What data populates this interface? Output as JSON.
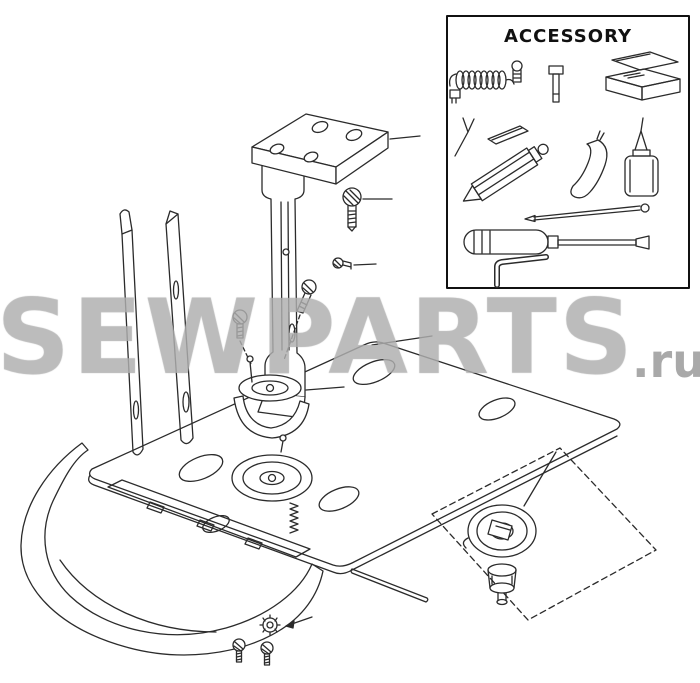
{
  "accessory_box": {
    "title": "ACCESSORY",
    "tools": [
      "spring-tool",
      "thumb-screw",
      "socket-wrench",
      "needle-box",
      "fork-tool",
      "flat-blade",
      "wedge-tool",
      "curved-awl",
      "oil-bottle",
      "probe-tool",
      "screwdriver",
      "hex-key"
    ]
  },
  "watermark": {
    "text": "SEWPARTS",
    "suffix": ".ru"
  },
  "colors": {
    "line": "#2b2b2b",
    "watermark_main": "#b7b7b7",
    "watermark_suffix": "#949494",
    "background": "#ffffff"
  },
  "diagram": {
    "type": "exploded-parts-diagram",
    "main_parts": [
      "blade-strip-left",
      "blade-strip-right",
      "slide-cover",
      "needle-plate",
      "top-mounting-plate",
      "support-bracket",
      "screw-large",
      "set-screw-small",
      "screw-medium",
      "screw-c",
      "hook-driver",
      "hook-assembly",
      "coil-spring",
      "connecting-rod",
      "lock-washer",
      "bottom-screw-1",
      "bottom-screw-2",
      "option-box",
      "bobbin-case",
      "tension-stud"
    ]
  }
}
